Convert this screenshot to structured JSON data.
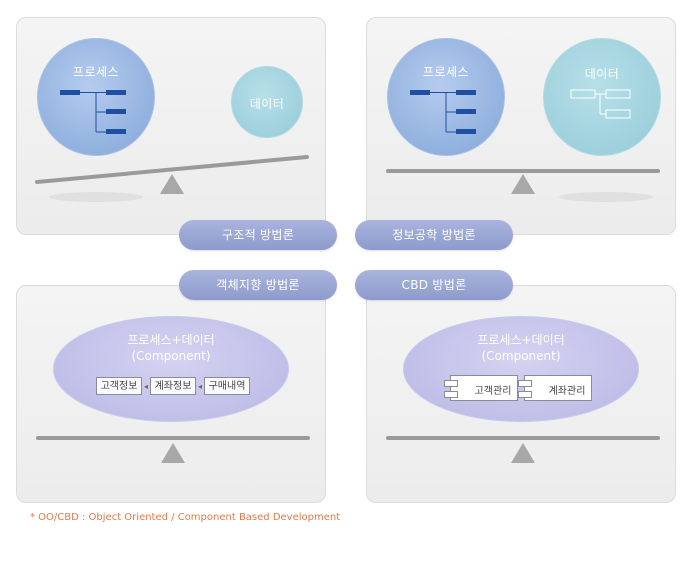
{
  "top_left": {
    "process_label": "프로세스",
    "data_label": "데이터",
    "method_label": "구조적 방법론"
  },
  "top_right": {
    "process_label": "프로세스",
    "data_label": "데이터",
    "method_label": "정보공학 방법론"
  },
  "bottom_left": {
    "method_label": "객체지향 방법론",
    "title_line1": "프로세스+데이터",
    "title_line2": "(Component)",
    "items": [
      "고객정보",
      "계좌정보",
      "구매내역"
    ]
  },
  "bottom_right": {
    "method_label": "CBD 방법론",
    "title_line1": "프로세스+데이터",
    "title_line2": "(Component)",
    "items": [
      "고객관리",
      "계좌관리"
    ]
  },
  "footnote": "* OO/CBD : Object Oriented / Component Based Development",
  "colors": {
    "process_circle": "#92b1df",
    "data_circle": "#9dcfdc",
    "pill": "#8e9acb",
    "component_ellipse": "#c3c2ea",
    "tree_bar": "#1f4fa0",
    "footnote": "#e07a4a"
  }
}
